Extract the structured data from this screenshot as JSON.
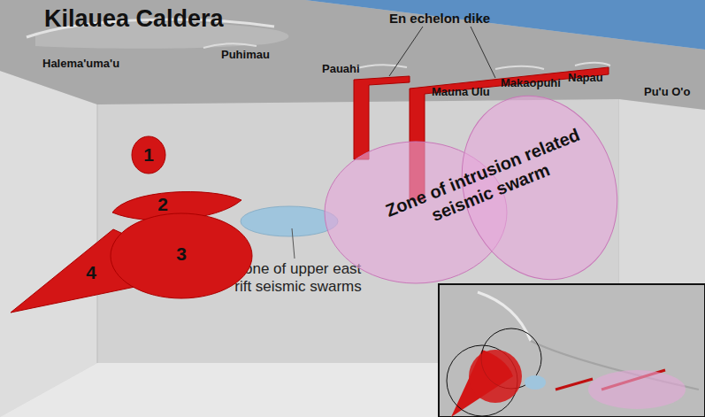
{
  "diagram": {
    "title": "Kilauea Caldera",
    "nodes": [
      {
        "text": [
          "1"
        ]
      },
      {
        "text": [
          "2"
        ]
      },
      {
        "text": [
          "3"
        ]
      },
      {
        "text": [
          "4"
        ]
      },
      {
        "text": [
          "Zone of intrusion related seismic swarm"
        ]
      }
    ],
    "labels": [
      "Halema'uma'u",
      "Puhimau",
      "Pauahi",
      "En echelon dike",
      "Mauna Ulu",
      "Makaopuhi",
      "Napau",
      "Pu'u O'o",
      "Zone of upper east rift seismic swarms"
    ]
  }
}
